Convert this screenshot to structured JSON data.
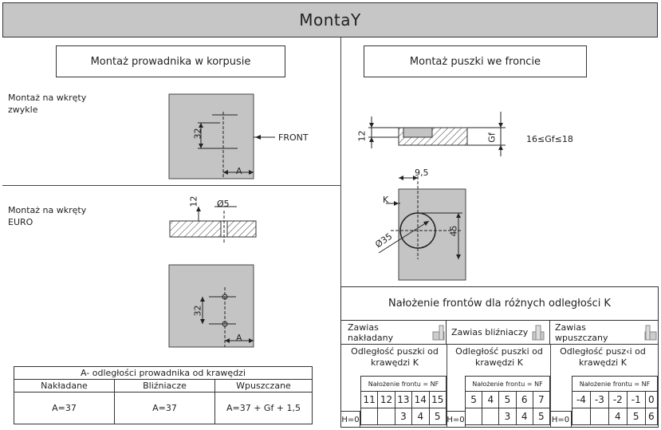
{
  "title": "MontaY",
  "left_section": {
    "heading": "Montaż prowadnika w korpusie",
    "screws_normal": "Montaż na wkręty\nzwykle",
    "screws_euro": "Montaż na wkręty\nEURO",
    "dim_32a": "32",
    "dim_a1": "A",
    "front_label": "FRONT",
    "dim_12": "12",
    "dim_d5": "Ø5",
    "dim_32b": "32",
    "dim_a2": "A"
  },
  "distance_table": {
    "title": "A- odległości prowadnika od krawędzi",
    "headers": [
      "Nakładane",
      "Bliźniacze",
      "Wpuszczane"
    ],
    "values": [
      "A=37",
      "A=37",
      "A=37 + Gf + 1,5"
    ]
  },
  "right_section": {
    "heading": "Montaż puszki we froncie",
    "dim_12": "12",
    "dim_gf": "Gf",
    "gf_range": "16≤Gf≤18",
    "dim_95": "9,5",
    "dim_k": "K",
    "dim_d35": "Ø35",
    "dim_45": "45"
  },
  "overlay_table": {
    "title": "Nałożenie frontów dla różnych odległości K",
    "hinge_types": [
      "Zawias nakładany",
      "Zawias bliźniaczy",
      "Zawias wpuszczany"
    ],
    "k_labels": [
      "Odległość puszki od\nkrawędzi K",
      "Odległość puszki od\nkrawędzi K",
      "Odległość pusz‹i od\nkrawędzi K"
    ],
    "nf_label": "Nałożenie frontu = NF",
    "h_label": "H=0",
    "groups": [
      {
        "k": [
          "11",
          "12",
          "13",
          "14",
          "15"
        ],
        "nf": [
          "",
          "",
          "3",
          "4",
          "5"
        ]
      },
      {
        "k": [
          "5",
          "4",
          "5",
          "6",
          "7"
        ],
        "nf": [
          "",
          "",
          "3",
          "4",
          "5"
        ]
      },
      {
        "k": [
          "-4",
          "-3",
          "-2",
          "-1",
          "0"
        ],
        "nf": [
          "",
          "",
          "4",
          "5",
          "6"
        ]
      }
    ]
  }
}
